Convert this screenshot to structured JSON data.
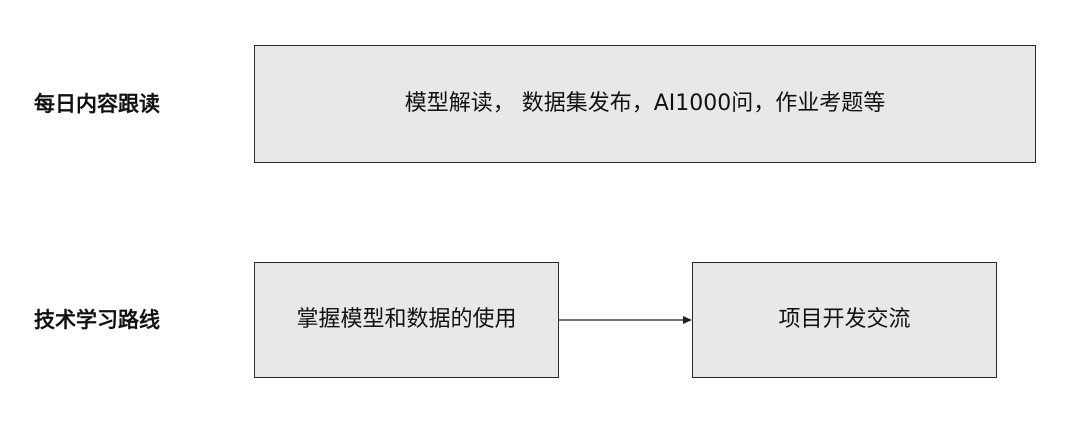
{
  "rows": [
    {
      "label": "每日内容跟读",
      "boxes": [
        "模型解读， 数据集发布，AI1000问，作业考题等"
      ]
    },
    {
      "label": "技术学习路线",
      "boxes": [
        "掌握模型和数据的使用",
        "项目开发交流"
      ]
    }
  ],
  "colors": {
    "box_fill": "#e8e8e8",
    "box_border": "#2a2a2a",
    "text": "#111111",
    "arrow": "#222222"
  }
}
